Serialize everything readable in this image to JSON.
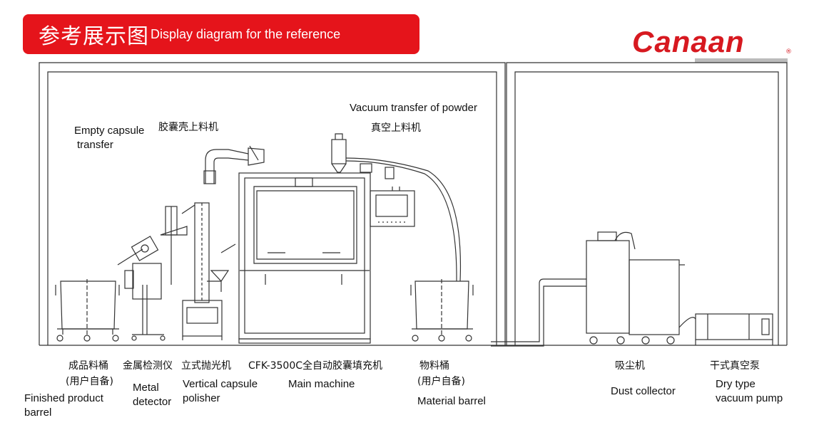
{
  "header": {
    "title_cn": "参考展示图",
    "title_en": "Display diagram for the reference",
    "logo_text": "Canaan",
    "logo_mark": "®",
    "brand_color": "#d71920",
    "banner_color": "#e5141b"
  },
  "callouts": {
    "empty_capsule_transfer_en": [
      "Empty capsule",
      "transfer"
    ],
    "empty_capsule_transfer_cn": "胶囊壳上料机",
    "vacuum_transfer_en": "Vacuum transfer of powder",
    "vacuum_transfer_cn": "真空上料机"
  },
  "equipment": [
    {
      "id": "finished-product-barrel",
      "cn": [
        "成品料桶",
        "(用户自备)"
      ],
      "en": [
        "Finished product",
        "barrel"
      ]
    },
    {
      "id": "metal-detector",
      "cn": [
        "金属检测仪"
      ],
      "en": [
        "Metal",
        "detector"
      ]
    },
    {
      "id": "vertical-capsule-polisher",
      "cn": [
        "立式抛光机"
      ],
      "en": [
        "Vertical capsule",
        "polisher"
      ]
    },
    {
      "id": "main-machine",
      "cn": [
        "CFK-3500C全自动胶囊填充机"
      ],
      "en": [
        "Main machine"
      ]
    },
    {
      "id": "material-barrel",
      "cn": [
        "物料桶",
        "(用户自备)"
      ],
      "en": [
        "Material barrel"
      ]
    },
    {
      "id": "dust-collector",
      "cn": [
        "吸尘机"
      ],
      "en": [
        "Dust collector"
      ]
    },
    {
      "id": "dry-type-vacuum-pump",
      "cn": [
        "干式真空泵"
      ],
      "en": [
        "Dry type",
        "vacuum pump"
      ]
    }
  ]
}
